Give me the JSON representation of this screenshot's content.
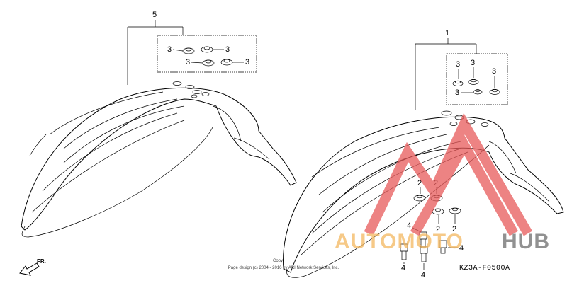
{
  "callouts": {
    "left_group": "5",
    "right_group": "1",
    "part3": "3",
    "part2": "2",
    "part4": "4"
  },
  "direction_label": "FR.",
  "diagram_code": "KZ3A-F0500A",
  "copyright_line1": "Copy",
  "copyright_line2": "Page design (c) 2004 - 2016 by ARI Network Services, Inc.",
  "watermark": {
    "part1": "AUTOMOTO",
    "part2": "HUB",
    "colors": {
      "triangle": "#e85a5a",
      "orange": "#f4b860",
      "grey": "#6d6d6d"
    }
  }
}
